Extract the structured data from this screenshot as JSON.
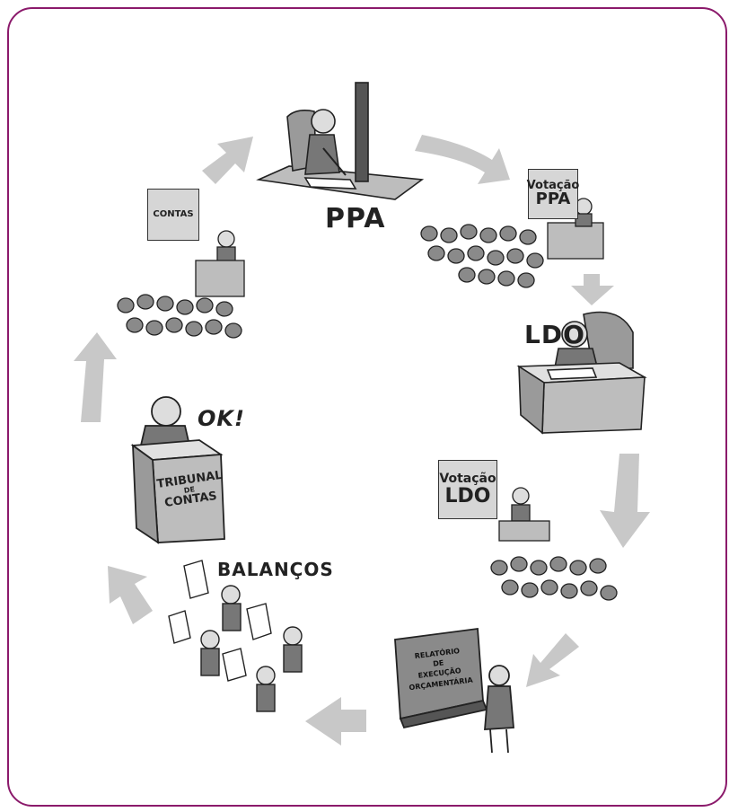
{
  "stages": {
    "ppa": "PPA",
    "votacao_ppa": {
      "line1": "Votação",
      "line2": "PPA"
    },
    "ldo": "LDO",
    "votacao_ldo": {
      "line1": "Votação",
      "line2": "LDO"
    },
    "relatorio": [
      "RELATÓRIO",
      "DE",
      "EXECUÇÃO",
      "ORÇAMENTÁRIA"
    ],
    "balancos": "BALANÇOS",
    "tribunal": [
      "TRIBUNAL",
      "DE",
      "CONTAS"
    ],
    "ok": "OK!",
    "contas": "CONTAS"
  },
  "colors": {
    "border": "#8b1a6b",
    "arrow": "#c8c8c8",
    "ink": "#222222",
    "fill": "#9a9a9a"
  }
}
